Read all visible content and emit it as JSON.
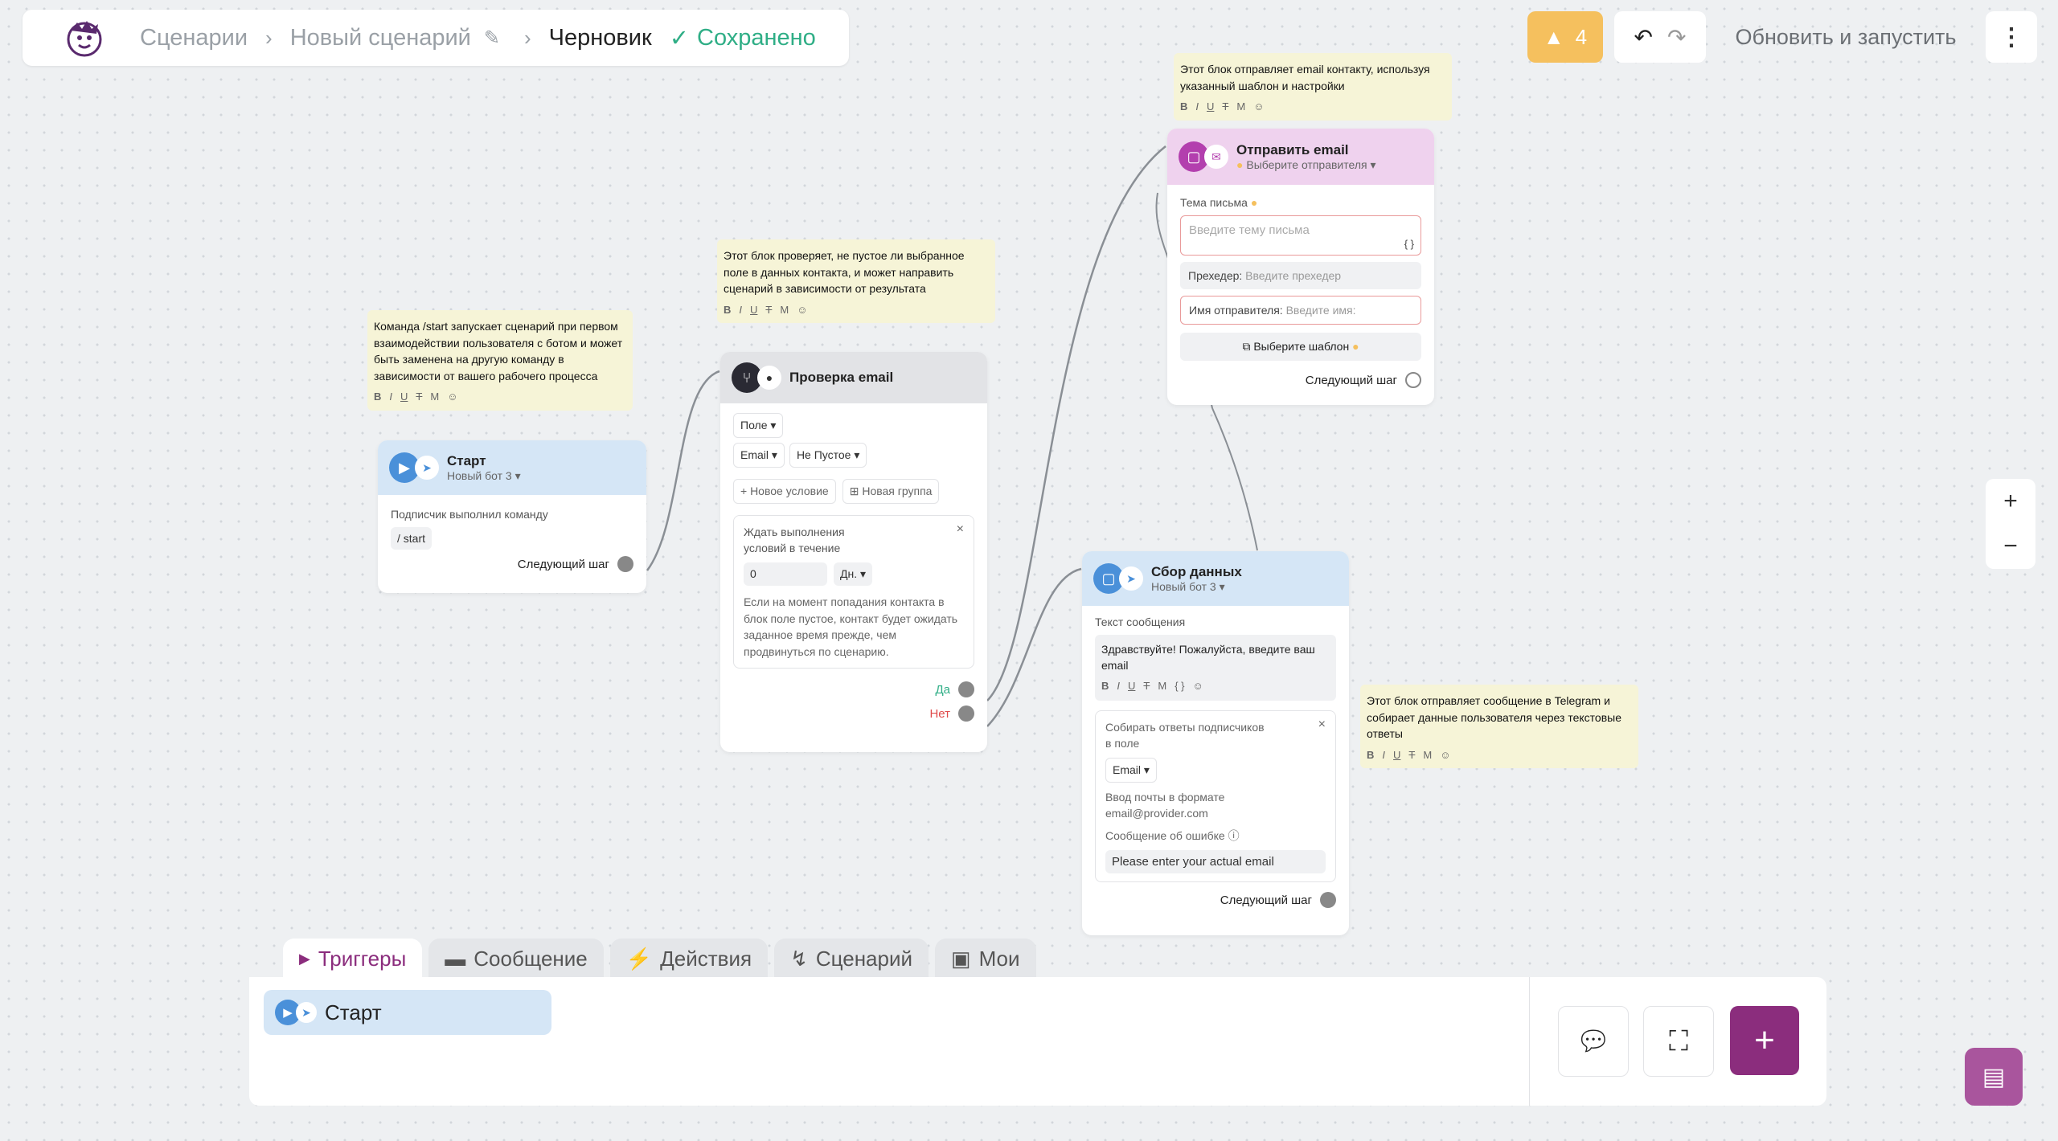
{
  "header": {
    "crumbs": [
      "Сценарии",
      "Новый сценарий"
    ],
    "current": "Черновик",
    "saved": "Сохранено",
    "warnings": "4",
    "run_label": "Обновить и запустить"
  },
  "notes": {
    "start": "Команда /start запускает сценарий при первом взаимодействии пользователя с ботом и может быть заменена на другую команду в зависимости от вашего рабочего процесса",
    "check": "Этот блок проверяет, не пустое ли выбранное поле в данных контакта, и может направить сценарий в зависимости от результата",
    "email": "Этот блок отправляет email контакту, используя указанный шаблон и настройки",
    "collect": "Этот блок отправляет сообщение в Telegram и собирает данные пользователя через текстовые ответы"
  },
  "toolbar_letters": [
    "B",
    "I",
    "U",
    "T",
    "M",
    "☺"
  ],
  "start_node": {
    "title": "Старт",
    "bot": "Новый бот 3",
    "label": "Подписчик выполнил команду",
    "command": "/ start",
    "next": "Следующий шаг"
  },
  "check_node": {
    "title": "Проверка email",
    "field_label": "Поле",
    "field": "Email",
    "cond": "Не Пустое",
    "add_cond": "+ Новое условие",
    "add_group": "Новая группа",
    "wait_title": "Ждать выполнения условий в течение",
    "wait_value": "0",
    "wait_unit": "Дн.",
    "wait_desc": "Если на момент попадания контакта в блок поле пустое, контакт будет ожидать заданное время прежде, чем продвинуться по сценарию.",
    "yes": "Да",
    "no": "Нет"
  },
  "email_node": {
    "title": "Отправить email",
    "sender": "Выберите отправителя",
    "subject_label": "Тема письма",
    "subject_ph": "Введите тему письма",
    "preheader_label": "Прехедер:",
    "preheader_ph": "Введите прехедер",
    "from_label": "Имя отправителя:",
    "from_ph": "Введите имя:",
    "template": "Выберите шаблон",
    "next": "Следующий шаг"
  },
  "collect_node": {
    "title": "Сбор данных",
    "bot": "Новый бот 3",
    "text_label": "Текст сообщения",
    "text": "Здравствуйте! Пожалуйста, введите ваш email",
    "collect_label": "Собирать ответы подписчиков в поле",
    "field": "Email",
    "format": "Ввод почты в формате email@provider.com",
    "error_label": "Сообщение об ошибке",
    "error_value": "Please enter your actual email",
    "next": "Следующий шаг"
  },
  "tabs": [
    "Триггеры",
    "Сообщение",
    "Действия",
    "Сценарий",
    "Мои"
  ],
  "panel_item": "Старт",
  "colors": {
    "accent": "#8b2d7d",
    "saved": "#2fae86",
    "warn": "#f5c05e",
    "note": "#f6f4d7"
  }
}
